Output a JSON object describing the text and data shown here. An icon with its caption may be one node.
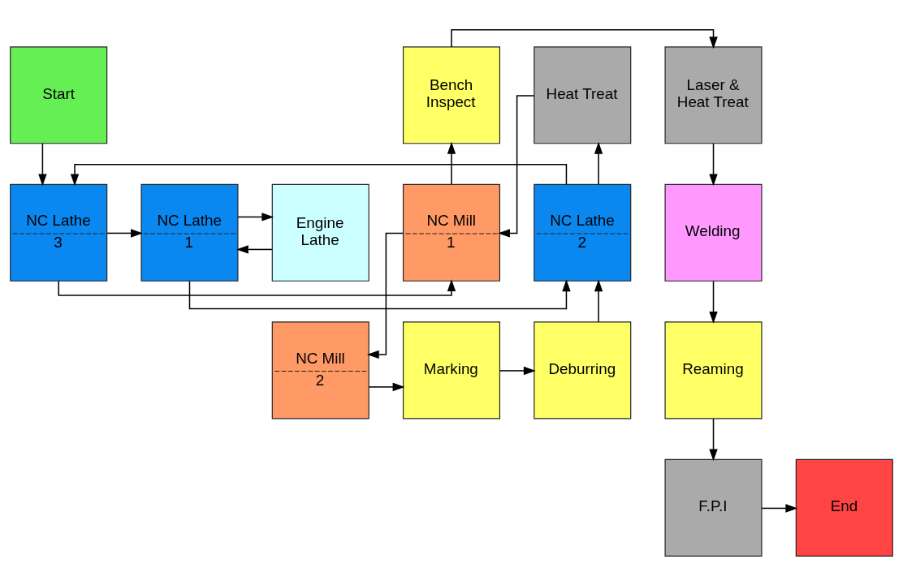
{
  "diagram": {
    "nodes": [
      {
        "text": [
          "Start"
        ]
      },
      {
        "text": [
          "Heat Treat"
        ]
      },
      {
        "text": [
          "Bench Inspect"
        ]
      },
      {
        "text": [
          "Laser & Heat Treat"
        ]
      },
      {
        "text": [
          "NC Lathe",
          "1"
        ]
      },
      {
        "text": [
          "Engine Lathe"
        ]
      },
      {
        "text": [
          "NC Lathe",
          "2"
        ]
      },
      {
        "text": [
          "NC Lathe",
          "3"
        ]
      },
      {
        "text": [
          "NC Mill",
          "1"
        ]
      },
      {
        "text": [
          "Welding"
        ]
      },
      {
        "text": [
          "Deburring"
        ]
      },
      {
        "text": [
          "Marking"
        ]
      },
      {
        "text": [
          "NC Mill",
          "2"
        ]
      },
      {
        "text": [
          "Reaming"
        ]
      },
      {
        "text": [
          "End"
        ]
      },
      {
        "text": [
          "F.P.I"
        ]
      }
    ],
    "edges": [
      {
        "from": 0,
        "to": 7,
        "arrow": "to"
      },
      {
        "from": 7,
        "to": 4,
        "arrow": "to"
      },
      {
        "from": 4,
        "to": 5,
        "arrow": "to"
      },
      {
        "from": 5,
        "to": 4,
        "arrow": "to"
      },
      {
        "from": 4,
        "to": 6,
        "arrow": "to"
      },
      {
        "from": 6,
        "to": 7,
        "arrow": "to"
      },
      {
        "from": 6,
        "to": 1,
        "arrow": "to"
      },
      {
        "from": 1,
        "to": 8,
        "arrow": "to"
      },
      {
        "from": 7,
        "to": 8,
        "arrow": "to"
      },
      {
        "from": 8,
        "to": 2,
        "arrow": "to"
      },
      {
        "from": 2,
        "to": 3,
        "arrow": "to"
      },
      {
        "from": 3,
        "to": 9,
        "arrow": "to"
      },
      {
        "from": 9,
        "to": 13,
        "arrow": "to"
      },
      {
        "from": 13,
        "to": 15,
        "arrow": "to"
      },
      {
        "from": 15,
        "to": 14,
        "arrow": "to"
      },
      {
        "from": 8,
        "to": 12,
        "arrow": "to"
      },
      {
        "from": 12,
        "to": 11,
        "arrow": "to"
      },
      {
        "from": 11,
        "to": 10,
        "arrow": "to"
      },
      {
        "from": 10,
        "to": 6,
        "arrow": "to"
      }
    ]
  }
}
